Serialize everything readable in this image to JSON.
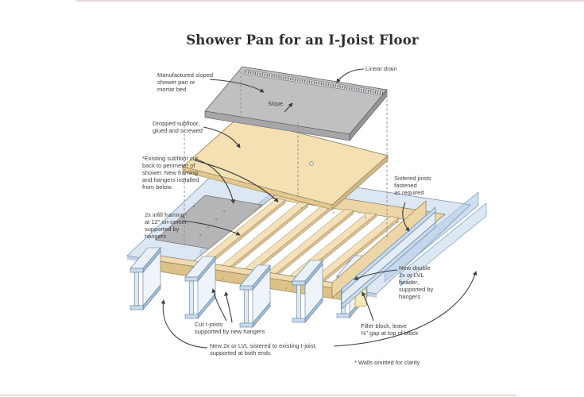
{
  "title": "Shower Pan for an I-Joist Floor",
  "labels": {
    "manufactured_pan": "Manufactured sloped\nshower pan or\nmortar bed",
    "linear_drain": "Linear drain",
    "slope": "Slope",
    "dropped_subfloor": "Dropped subfloor,\nglued and screwed",
    "existing_subfloor": "*Existing subfloor cut\nback to perimeter of\nshower. New framing\nand hangers installed\nfrom below.",
    "infill_framing": "2x infill framing\nat 12\" on-center,\nsupported by\nhangers",
    "sistered_joists": "Sistered joists\nfastened\nas required",
    "new_double_header": "New double\n2x or LVL\nheader,\nsupported by\nhangers",
    "cut_ijoists": "Cut I-joists\nsupported by new hangers",
    "new_2x_sistered": "New 2x or LVL sistered to existing I-joist,\nsupported at both ends",
    "filler_block": "Filler block, leave\n⅛\" gap at top of block",
    "walls_note": "* Walls omitted for clarity"
  },
  "colors": {
    "pan_top": "#c0c0c2",
    "pan_side": "#a6a6a8",
    "subfloor": "#f4e0b2",
    "framing_deck": "#f2ddb4",
    "header": "#f0dbb0",
    "ijoist_web": "#e4edf5",
    "ijoist_flange": "#c9daea",
    "sheathing": "#b9d0e7",
    "cut_panel_gray": "#b5b5b7",
    "filler": "#f3e9bd",
    "line": "#3d3d3d"
  }
}
